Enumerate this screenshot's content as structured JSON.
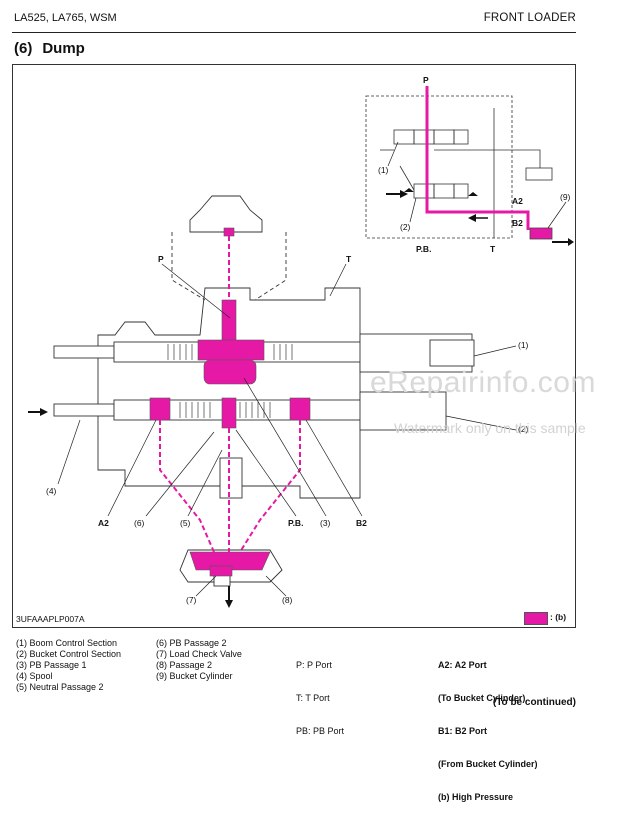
{
  "header": {
    "left": "LA525, LA765, WSM",
    "right": "FRONT LOADER"
  },
  "section": {
    "number": "(6)",
    "title": "Dump"
  },
  "figure": {
    "code": "3UFAAAPLP007A",
    "legend_label": ": (b)",
    "labels": {
      "p_top": "P",
      "p": "P",
      "t": "T",
      "a2_small": "A2",
      "b2_small": "B2",
      "pb_small": "P.B.",
      "t_small": "T",
      "c1_small": "(1)",
      "c2_small": "(2)",
      "c9": "(9)",
      "c1": "(1)",
      "c2": "(2)",
      "c4": "(4)",
      "a2": "A2",
      "c6": "(6)",
      "c5": "(5)",
      "pb": "P.B.",
      "c3": "(3)",
      "b2": "B2",
      "c7": "(7)",
      "c8": "(8)"
    },
    "colors": {
      "high_pressure": "#e619a7"
    }
  },
  "legend": {
    "col1": [
      "(1)  Boom Control Section",
      "(2)  Bucket Control Section",
      "(3)  PB Passage 1",
      "(4)  Spool",
      "(5)  Neutral Passage 2"
    ],
    "col2": [
      "(6)  PB Passage 2",
      "(7)  Load Check Valve",
      "(8)  Passage 2",
      "(9)  Bucket Cylinder"
    ],
    "col3": [
      "P:    P Port",
      "T:    T Port",
      "PB:  PB Port"
    ],
    "col4": [
      "A2:  A2 Port",
      "        (To Bucket Cylinder)",
      "B1:  B2 Port",
      "        (From Bucket Cylinder)",
      "(b)   High Pressure"
    ]
  },
  "continued": "(To be continued)",
  "watermark": {
    "main": "eRepairinfo.com",
    "sub": "Watermark only on this sample"
  }
}
